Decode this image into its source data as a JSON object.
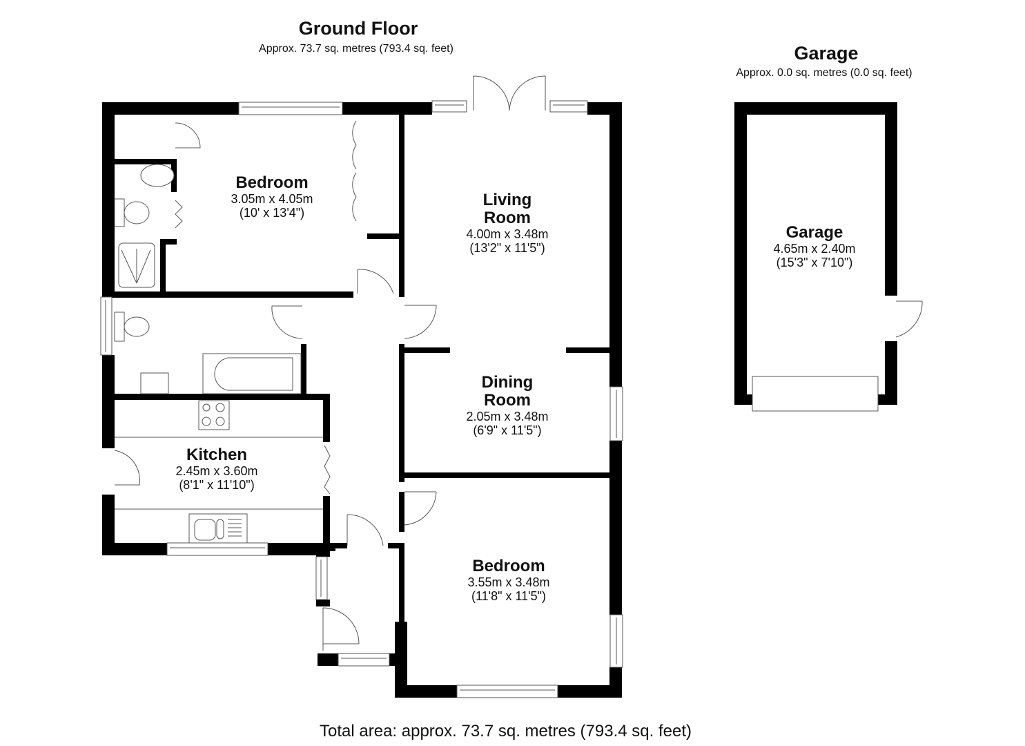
{
  "ground_floor": {
    "title": "Ground Floor",
    "area": "Approx. 73.7 sq. metres (793.4 sq. feet)"
  },
  "garage_header": {
    "title": "Garage",
    "area": "Approx. 0.0 sq. metres (0.0 sq. feet)"
  },
  "rooms": {
    "bedroom1": {
      "name": "Bedroom",
      "metric": "3.05m x 4.05m",
      "imperial": "(10' x 13'4\")"
    },
    "living": {
      "name_line1": "Living",
      "name_line2": "Room",
      "metric": "4.00m x 3.48m",
      "imperial": "(13'2\" x 11'5\")"
    },
    "dining": {
      "name_line1": "Dining",
      "name_line2": "Room",
      "metric": "2.05m x 3.48m",
      "imperial": "(6'9\" x 11'5\")"
    },
    "kitchen": {
      "name": "Kitchen",
      "metric": "2.45m x 3.60m",
      "imperial": "(8'1\" x 11'10\")"
    },
    "bedroom2": {
      "name": "Bedroom",
      "metric": "3.55m x 3.48m",
      "imperial": "(11'8\" x 11'5\")"
    },
    "garage": {
      "name": "Garage",
      "metric": "4.65m x 2.40m",
      "imperial": "(15'3\" x 7'10\")"
    }
  },
  "footer": {
    "total_area": "Total area: approx. 73.7 sq. metres (793.4 sq. feet)"
  },
  "colors": {
    "wall": "#000000",
    "fixture": "#555555",
    "background": "#ffffff"
  }
}
